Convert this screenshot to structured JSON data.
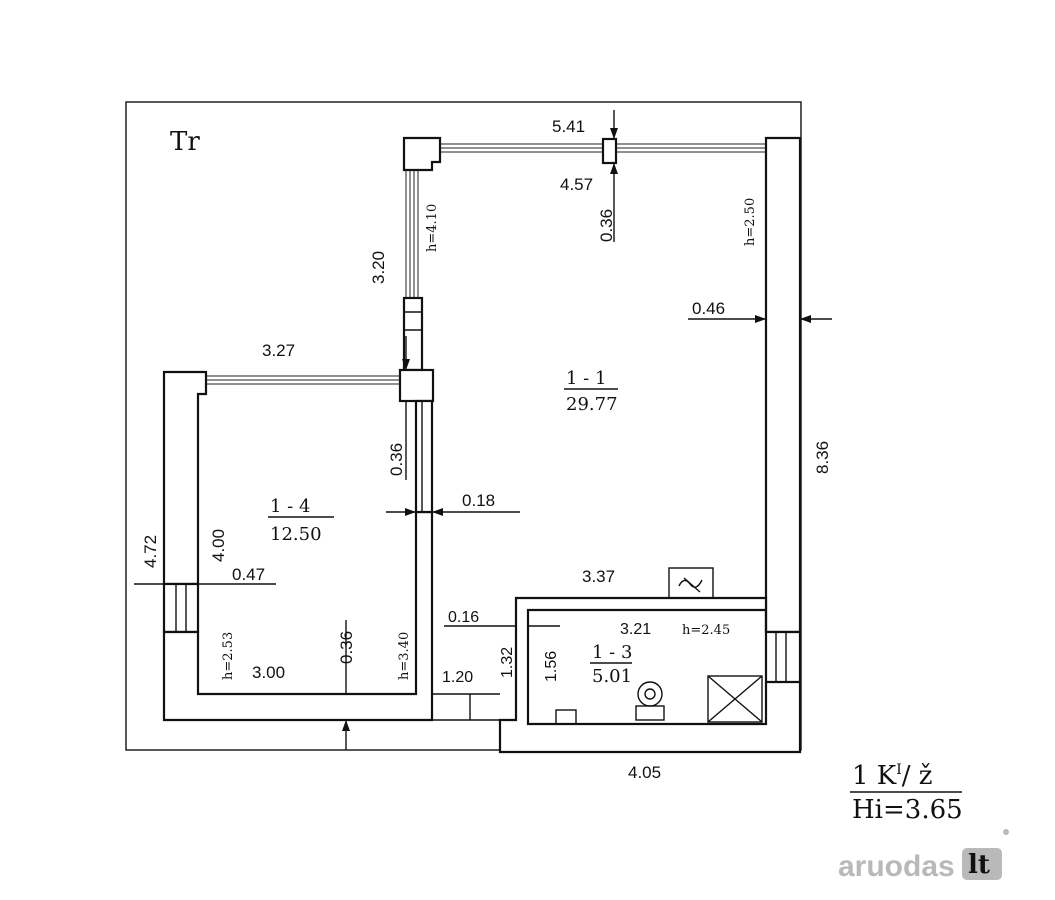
{
  "plan": {
    "zone_label": "Tr",
    "rooms": [
      {
        "id": "1 - 1",
        "area": "29.77"
      },
      {
        "id": "1 - 4",
        "area": "12.50"
      },
      {
        "id": "1 - 3",
        "area": "5.01"
      }
    ],
    "dimensions": {
      "d541": "5.41",
      "d457": "4.57",
      "d036_top": "0.36",
      "d320": "3.20",
      "d046": "0.46",
      "d327": "3.27",
      "d036_mid": "0.36",
      "d018": "0.18",
      "d836": "8.36",
      "d472": "4.72",
      "d400": "4.00",
      "d047": "0.47",
      "d337": "3.37",
      "d016": "0.16",
      "d321": "3.21",
      "d132": "1.32",
      "d156": "1.56",
      "d120": "1.20",
      "d300": "3.00",
      "d036_bot": "0.36",
      "d405": "4.05"
    },
    "heights": {
      "h410": "h=4.10",
      "h250": "h=2.50",
      "h245": "h=2.45",
      "h253": "h=2.53",
      "h340": "h=3.40"
    },
    "legend": {
      "line1": "1 K",
      "sup": "I",
      "line1_tail": "/ ž",
      "line2": "Hi=3.65"
    }
  },
  "watermark": {
    "brand": "aruodas",
    "tld": "lt"
  }
}
